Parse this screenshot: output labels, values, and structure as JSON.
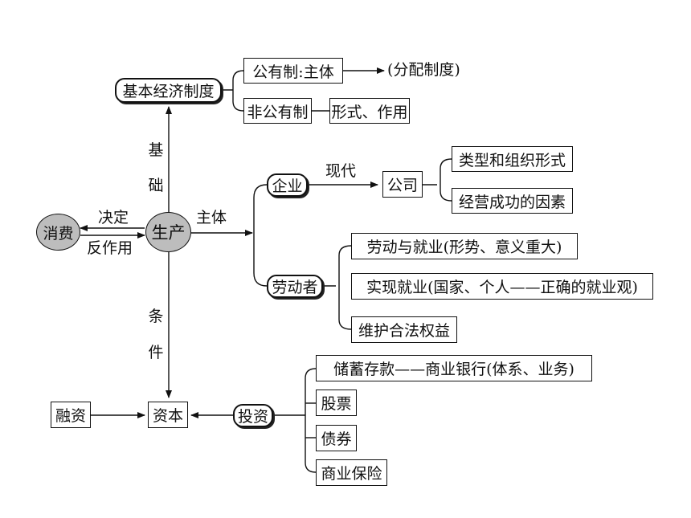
{
  "nodes": {
    "basic_system": "基本经济制度",
    "public_ownership": "公有制:主体",
    "distribution": "(分配制度)",
    "non_public": "非公有制",
    "forms_roles": "形式、作用",
    "enterprise": "企业",
    "modern": "现代",
    "company": "公司",
    "types_forms": "类型和组织形式",
    "success_factors": "经营成功的因素",
    "laborer": "劳动者",
    "labor_employment": "劳动与就业(形势、意义重大)",
    "realize_employment": "实现就业(国家、个人——正确的就业观)",
    "rights": "维护合法权益",
    "consumption": "消费",
    "production": "生产",
    "determines": "决定",
    "reaction": "反作用",
    "subject": "主体",
    "foundation_1": "基",
    "foundation_2": "础",
    "condition_1": "条",
    "condition_2": "件",
    "financing": "融资",
    "capital": "资本",
    "investment": "投资",
    "savings": "储蓄存款——商业银行(体系、业务)",
    "stocks": "股票",
    "bonds": "债券",
    "insurance": "商业保险"
  }
}
